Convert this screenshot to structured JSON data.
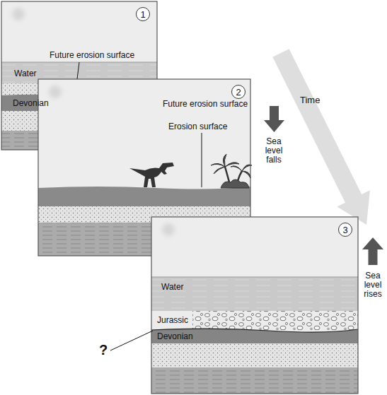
{
  "diagram": {
    "nodes": [
      {
        "text": [
          "1"
        ]
      },
      {
        "text": [
          "2"
        ]
      },
      {
        "text": [
          "3"
        ]
      }
    ],
    "labels": [
      "Water",
      "Future erosion surface",
      "Devonian",
      "Future erosion surface",
      "Erosion surface",
      "Sea level falls",
      "Time",
      "Water",
      "Jurassic",
      "Devonian",
      "?",
      "Sea level rises"
    ]
  }
}
